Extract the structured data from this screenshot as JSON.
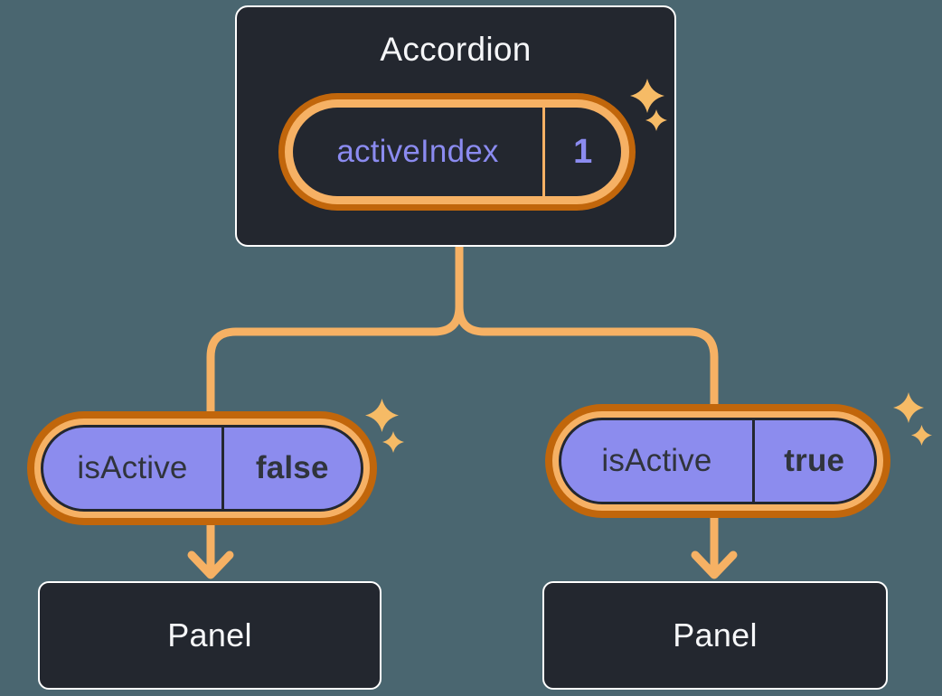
{
  "diagram": {
    "type": "component-tree",
    "root": {
      "label": "Accordion",
      "state": {
        "name": "activeIndex",
        "value": "1"
      }
    },
    "children": [
      {
        "prop": {
          "name": "isActive",
          "value": "false"
        },
        "panel": {
          "label": "Panel"
        }
      },
      {
        "prop": {
          "name": "isActive",
          "value": "true"
        },
        "panel": {
          "label": "Panel"
        }
      }
    ]
  },
  "icons": {
    "sparkle": "four-point-star ✦"
  },
  "colors": {
    "background": "#4A6670",
    "card_bg": "#23272F",
    "card_border": "#FFFFFF",
    "text_light": "#F6F7F9",
    "purple_fill": "#8C8CEE",
    "purple_text": "#8B8BF0",
    "dark_text": "#30343C",
    "orange_light": "#F6B164",
    "orange_dark": "#C1660B",
    "sparkle": "#F6BB66"
  }
}
